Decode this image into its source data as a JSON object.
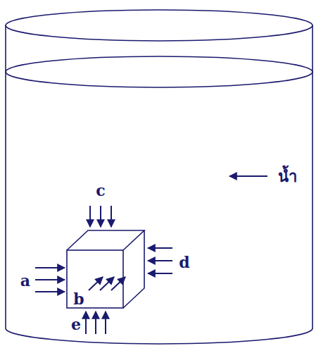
{
  "diagram": {
    "labels": [
      "c",
      "น้ำ",
      "d",
      "a",
      "b",
      "e"
    ]
  }
}
